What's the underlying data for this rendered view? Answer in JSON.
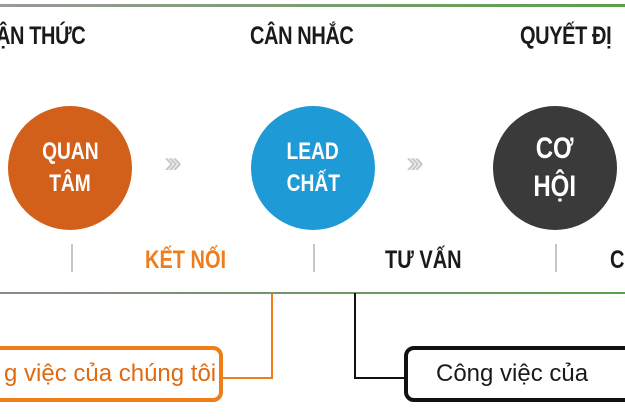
{
  "stages": {
    "awareness": "ẬN THỨC",
    "consideration": "CÂN NHẮC",
    "decision": "QUYẾT ĐỊ"
  },
  "circles": [
    {
      "lines": [
        "QUAN",
        "TÂM"
      ],
      "color": "#d2601a"
    },
    {
      "lines": [
        "LEAD",
        "CHẤT"
      ],
      "color": "#1e9ad6"
    },
    {
      "lines": [
        "CƠ",
        "HỘI"
      ],
      "color": "#3a3a3a"
    }
  ],
  "chevrons": "›››",
  "actions": {
    "connect": "KẾT NỐI",
    "consult": "TƯ VẤN",
    "close_partial": "C"
  },
  "boxes": {
    "ours": "g việc của chúng tôi",
    "theirs": "Công việc của"
  },
  "colors": {
    "orange": "#ef7d1a",
    "black": "#111111",
    "green": "#5aa04a"
  }
}
